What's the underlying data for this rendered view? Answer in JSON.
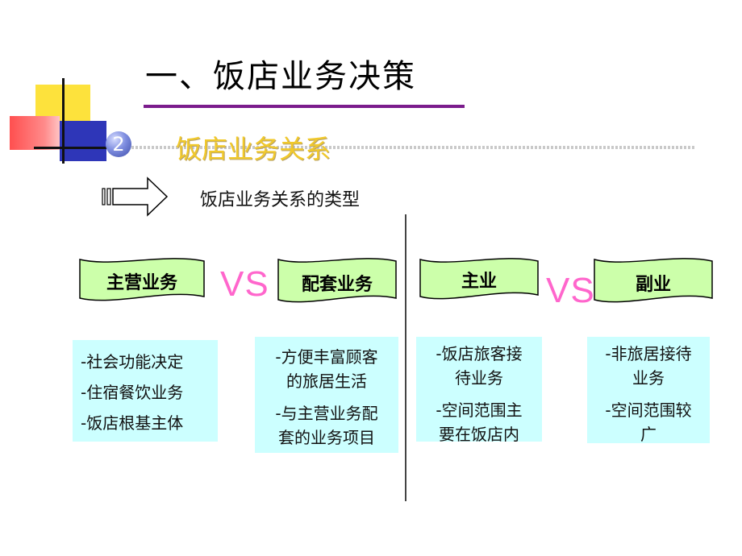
{
  "title": "一、饭店业务决策",
  "section": {
    "number": "2",
    "title": "饭店业务关系"
  },
  "subtitle": "饭店业务关系的类型",
  "vs_label": "VS",
  "banners": {
    "main_business": "主营业务",
    "supporting_business": "配套业务",
    "primary_business": "主业",
    "side_business": "副业"
  },
  "boxes": {
    "main_business": [
      "-社会功能决定",
      "-住宿餐饮业务",
      "-饭店根基主体"
    ],
    "supporting_business": [
      "-方便丰富顾客",
      "的旅居生活",
      "-与主营业务配",
      "套的业务项目"
    ],
    "primary_business": [
      "-饭店旅客接",
      "待业务",
      "-空间范围主",
      "要在饭店内"
    ],
    "side_business": [
      "-非旅居接待",
      "业务",
      "-空间范围较",
      "广"
    ]
  },
  "colors": {
    "banner_fill": "#ccffaa",
    "box_fill": "#ccffff",
    "vs": "#ff66cc",
    "section_title": "#f1c92b",
    "title_rule": "#7b1c8c"
  }
}
